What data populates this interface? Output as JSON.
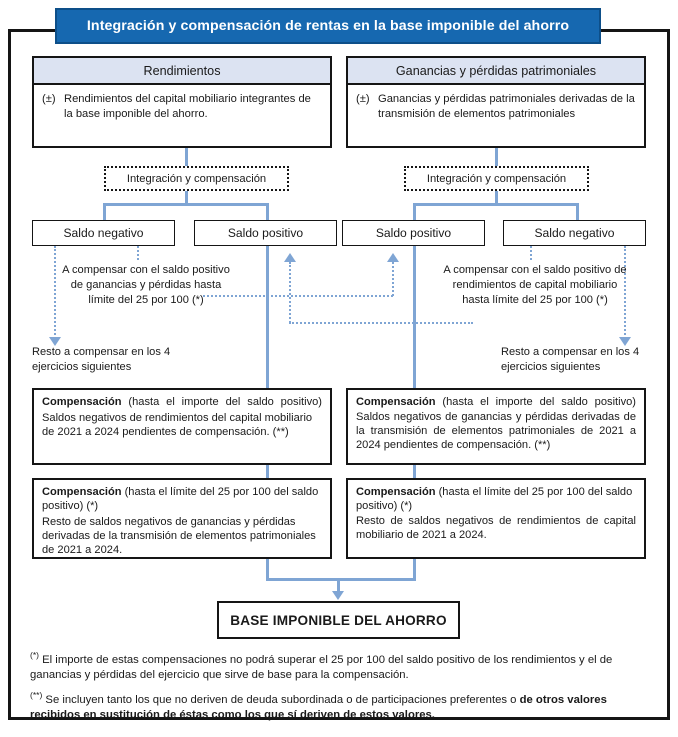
{
  "title": "Integración y compensación de rentas en la base imponible del ahorro",
  "columns": {
    "left": {
      "header": "Rendimientos",
      "symbol": "(±)",
      "description": "Rendimientos del capital mobiliario integrantes de la base imponible del ahorro.",
      "process": "Integración y compensación",
      "saldo_a": "Saldo negativo",
      "saldo_b": "Saldo positivo",
      "annotation_compensar": "A compensar con el saldo positivo de ganancias y pérdidas hasta límite del 25 por 100 (*)",
      "annotation_resto": "Resto a compensar en los 4 ejercicios siguientes",
      "comp1_lead_bold": "Compensación",
      "comp1_lead_rest": " (hasta el importe del saldo positivo)",
      "comp1_body": "Saldos negativos de rendimientos del capital mobiliario de 2021 a 2024 pendientes de compensación. (**)",
      "comp2_lead_bold": "Compensación",
      "comp2_lead_rest": " (hasta el límite del 25 por 100 del saldo positivo) (*)",
      "comp2_body": "Resto de saldos negativos de ganancias y pérdidas derivadas de la transmisión de elementos patrimoniales de 2021 a 2024."
    },
    "right": {
      "header": "Ganancias y pérdidas patrimoniales",
      "symbol": "(±)",
      "description": "Ganancias y pérdidas patrimoniales derivadas de la transmisión de elementos patrimoniales",
      "process": "Integración y compensación",
      "saldo_a": "Saldo positivo",
      "saldo_b": "Saldo negativo",
      "annotation_compensar": "A compensar con el saldo positivo de rendimientos de capital mobiliario hasta límite del 25 por 100 (*)",
      "annotation_resto": "Resto a compensar en los 4 ejercicios siguientes",
      "comp1_lead_bold": "Compensación",
      "comp1_lead_rest": " (hasta el importe del saldo positivo)",
      "comp1_body": "Saldos negativos de ganancias y pérdidas derivadas de la transmisión de elementos patrimoniales de 2021 a 2024 pendientes de compensación. (**)",
      "comp2_lead_bold": "Compensación",
      "comp2_lead_rest": " (hasta el límite del 25 por 100 del saldo positivo) (*)",
      "comp2_body": "Resto de saldos negativos de rendimientos de capital mobiliario de 2021 a 2024."
    }
  },
  "result": "BASE IMPONIBLE DEL AHORRO",
  "footnotes": [
    {
      "marker": "(*)",
      "text": " El importe de estas compensaciones no podrá superar el 25 por 100 del saldo positivo de los rendimientos y el de ganancias y pérdidas del ejercicio que sirve de base para la compensación."
    },
    {
      "marker": "(**)",
      "text_normal": " Se incluyen tanto los que no deriven de deuda subordinada o de participaciones preferentes o ",
      "text_bold": "de otros valores recibidos en sustitución de éstas como los que sí deriven de estos valores."
    }
  ],
  "colors": {
    "banner": "#1668b0",
    "panel_header": "#dce3f2",
    "connector": "#7fa5d4",
    "frame": "#151515"
  }
}
